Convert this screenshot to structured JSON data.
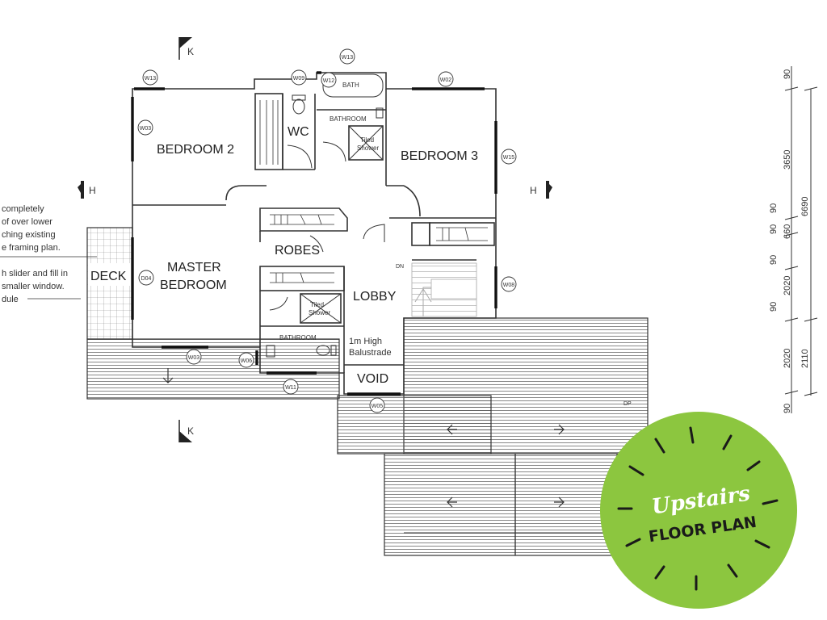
{
  "rooms": {
    "bedroom2": "BEDROOM 2",
    "wc": "WC",
    "bath": "BATH",
    "bathroom_upper": "BATHROOM",
    "tiled_shower": [
      "Tiled",
      "Shower"
    ],
    "bedroom3": "BEDROOM 3",
    "robes": "ROBES",
    "master_bedroom": [
      "MASTER",
      "BEDROOM"
    ],
    "deck": "DECK",
    "lobby": "LOBBY",
    "bathroom_lower": "BATHROOM",
    "balustrade": [
      "1m High",
      "Balustrade"
    ],
    "void": "VOID",
    "dn": "DN",
    "dp": "DP"
  },
  "window_tags": [
    "W13",
    "W09",
    "W13",
    "W12",
    "W02",
    "W03",
    "W15",
    "D04",
    "W08",
    "W03",
    "W06",
    "W11",
    "W05"
  ],
  "section_marks": [
    "K",
    "H",
    "H",
    "K"
  ],
  "notes": [
    "completely",
    "of over lower",
    "ching existing",
    "e framing plan.",
    "h slider and fill in",
    "smaller window.",
    "dule"
  ],
  "dimensions": {
    "left": [
      "90",
      "90",
      "90",
      "90",
      "90",
      "90"
    ],
    "middle": [
      "3650",
      "660",
      "2020",
      "2020"
    ],
    "right": [
      "6690",
      "2110"
    ]
  },
  "badge": {
    "line1": "Upstairs",
    "line2": "FLOOR PLAN",
    "color": "#8cc63f"
  }
}
